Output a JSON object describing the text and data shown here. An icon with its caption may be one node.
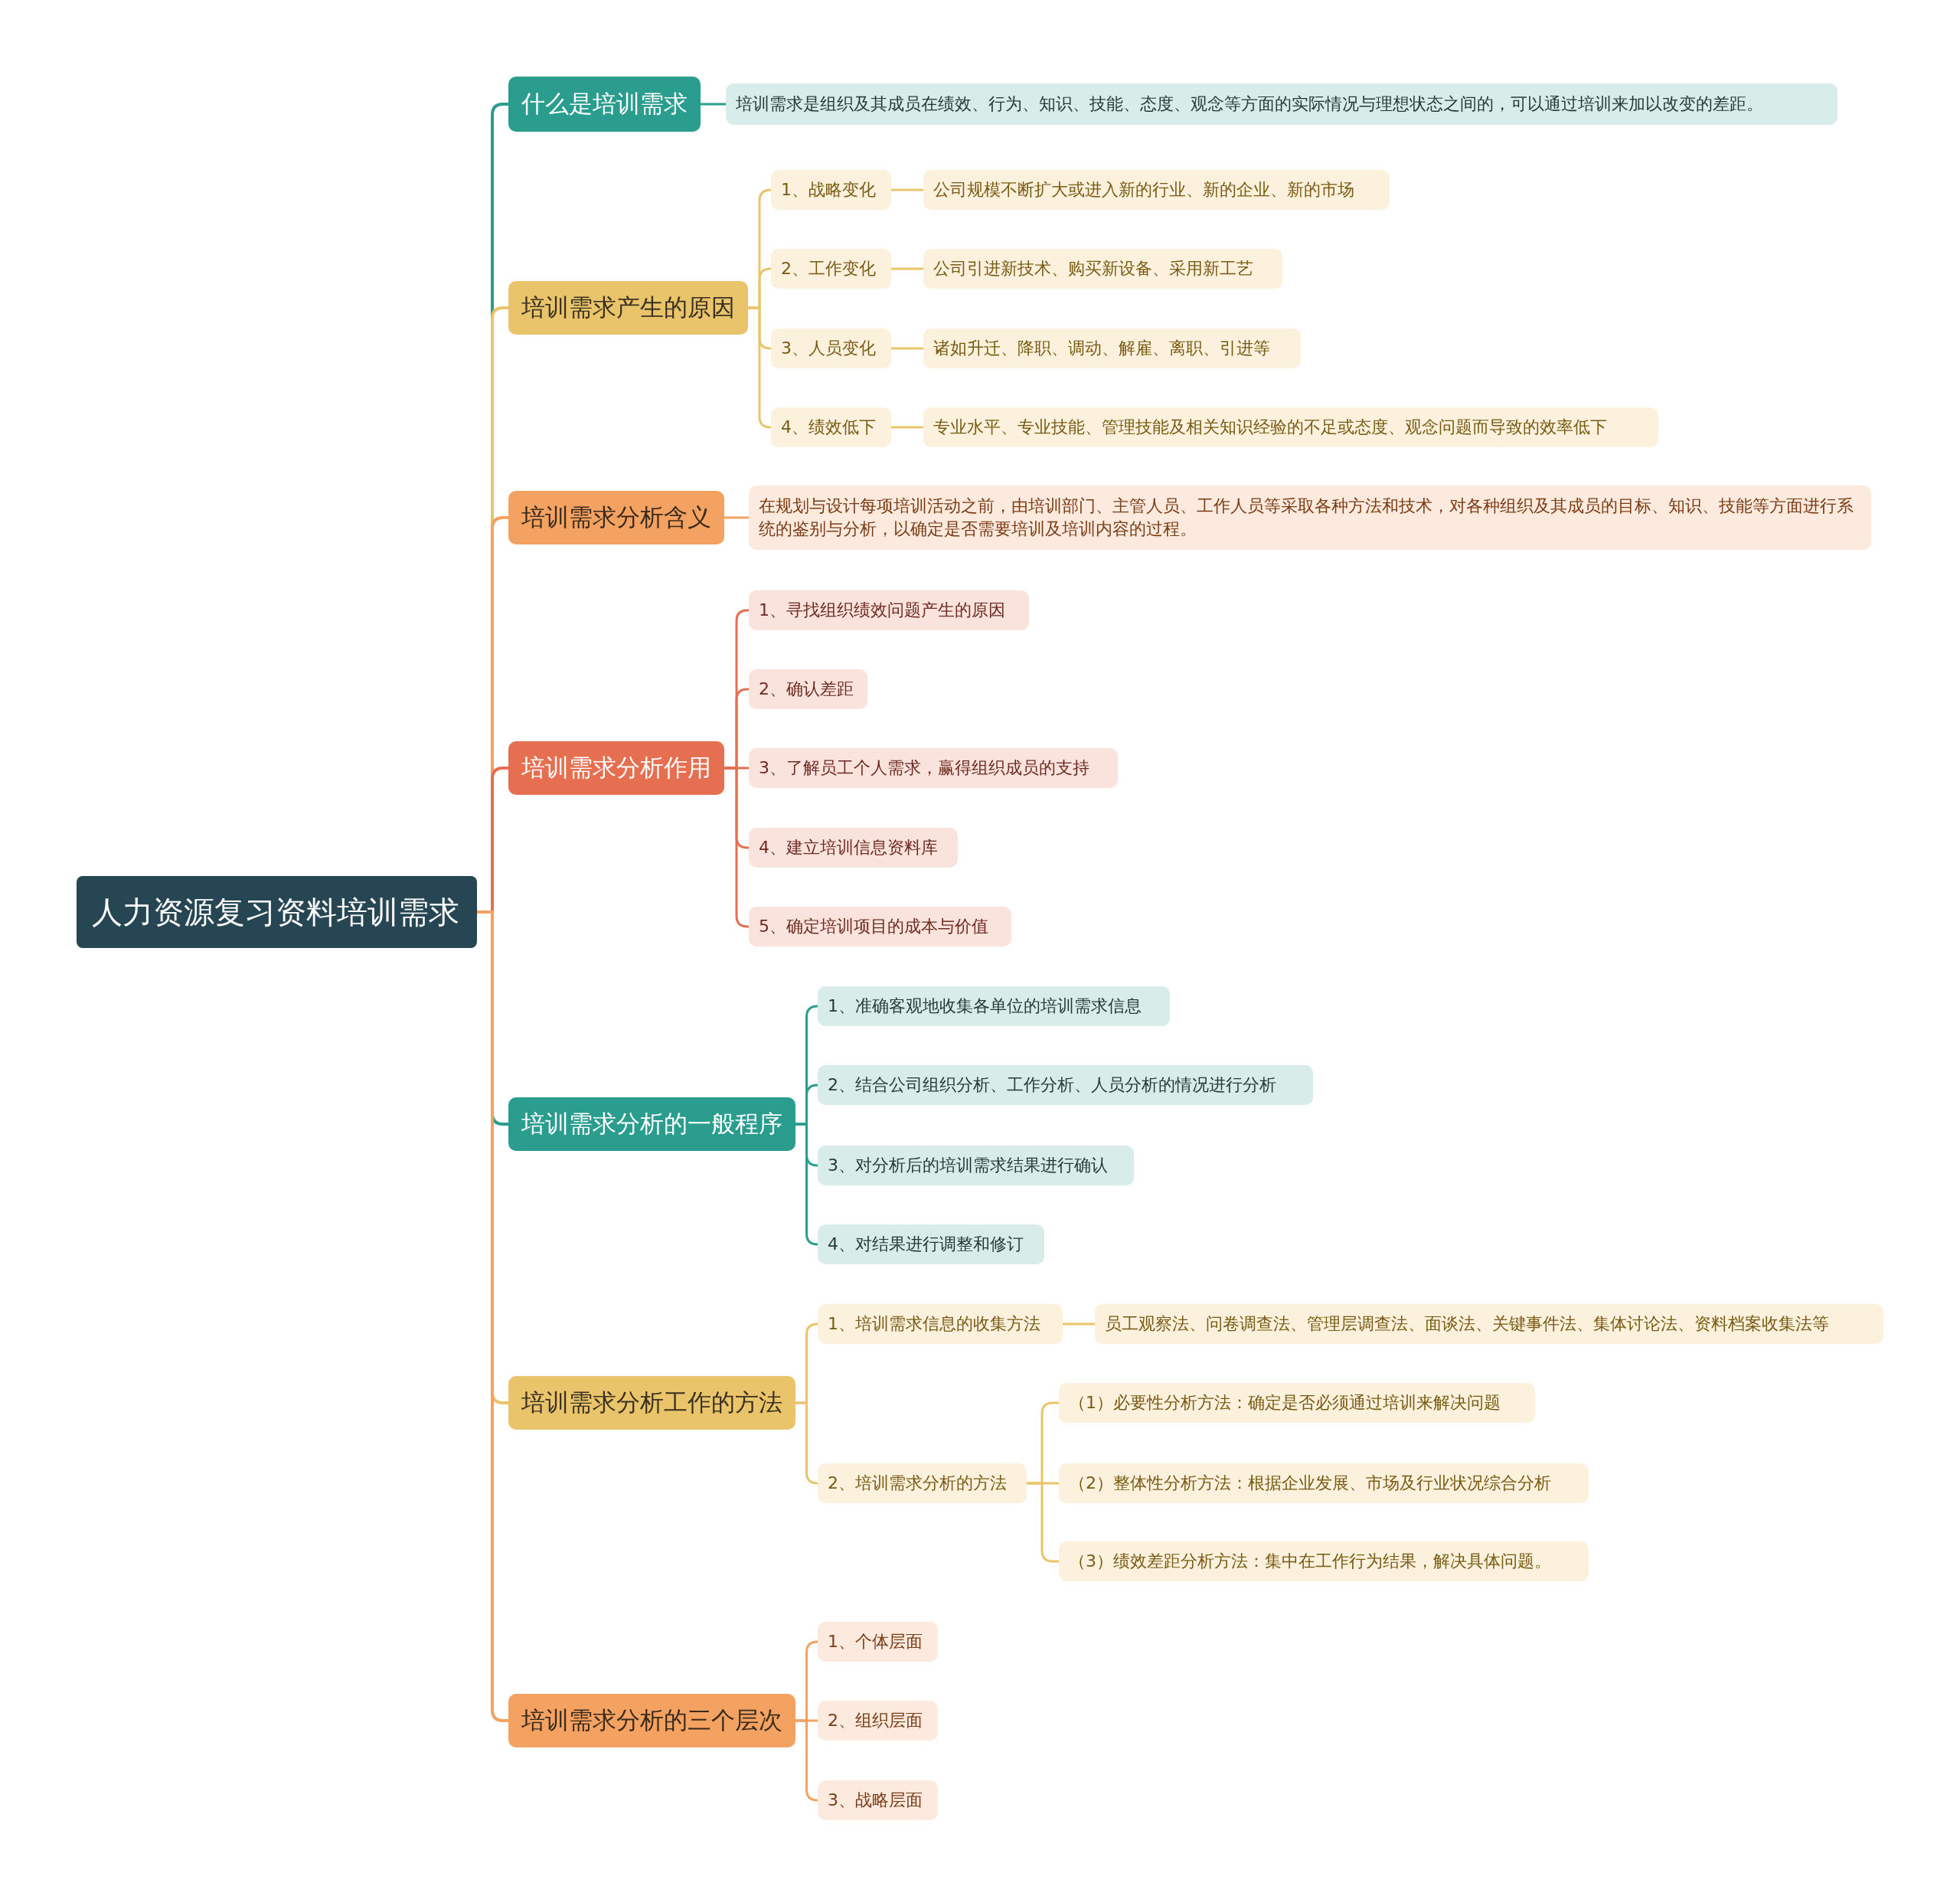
{
  "diagram": {
    "nodes": [
      {
        "text": [
          "人力资源复习资料培训需求"
        ]
      },
      {
        "text": [
          "什么是培训需求"
        ]
      },
      {
        "text": [
          "培训需求是组织及其成员在绩效、行为、知识、技能、态度、观念等方面的实际情况与理想状态之间的，可以通过培训来加以改变的差距。"
        ]
      },
      {
        "text": [
          "培训需求产生的原因"
        ]
      },
      {
        "text": [
          "1、战略变化"
        ]
      },
      {
        "text": [
          "公司规模不断扩大或进入新的行业、新的企业、新的市场"
        ]
      },
      {
        "text": [
          "2、工作变化"
        ]
      },
      {
        "text": [
          "公司引进新技术、购买新设备、采用新工艺"
        ]
      },
      {
        "text": [
          "3、人员变化"
        ]
      },
      {
        "text": [
          "诸如升迁、降职、调动、解雇、离职、引进等"
        ]
      },
      {
        "text": [
          "4、绩效低下"
        ]
      },
      {
        "text": [
          "专业水平、专业技能、管理技能及相关知识经验的不足或态度、观念问题而导致的效率低下"
        ]
      },
      {
        "text": [
          "培训需求分析含义"
        ]
      },
      {
        "text": [
          "在规划与设计每项培训活动之前，由培训部门、主管人员、工作人员等采取各种方法和技术，对各种组织及其成员的目标、知识、技能等方面进行系统的鉴别与分析，以确定是否需要培训及培训内容的过程。"
        ]
      },
      {
        "text": [
          "培训需求分析作用"
        ]
      },
      {
        "text": [
          "1、寻找组织绩效问题产生的原因"
        ]
      },
      {
        "text": [
          "2、确认差距"
        ]
      },
      {
        "text": [
          "3、了解员工个人需求，赢得组织成员的支持"
        ]
      },
      {
        "text": [
          "4、建立培训信息资料库"
        ]
      },
      {
        "text": [
          "5、确定培训项目的成本与价值"
        ]
      },
      {
        "text": [
          "培训需求分析的一般程序"
        ]
      },
      {
        "text": [
          "1、准确客观地收集各单位的培训需求信息"
        ]
      },
      {
        "text": [
          "2、结合公司组织分析、工作分析、人员分析的情况进行分析"
        ]
      },
      {
        "text": [
          "3、对分析后的培训需求结果进行确认"
        ]
      },
      {
        "text": [
          "4、对结果进行调整和修订"
        ]
      },
      {
        "text": [
          "培训需求分析工作的方法"
        ]
      },
      {
        "text": [
          "1、培训需求信息的收集方法"
        ]
      },
      {
        "text": [
          "员工观察法、问卷调查法、管理层调查法、面谈法、关键事件法、集体讨论法、资料档案收集法等"
        ]
      },
      {
        "text": [
          "2、培训需求分析的方法"
        ]
      },
      {
        "text": [
          "（1）必要性分析方法：确定是否必须通过培训来解决问题"
        ]
      },
      {
        "text": [
          "（2）整体性分析方法：根据企业发展、市场及行业状况综合分析"
        ]
      },
      {
        "text": [
          "（3）绩效差距分析方法：集中在工作行为结果，解决具体问题。"
        ]
      },
      {
        "text": [
          "培训需求分析的三个层次"
        ]
      },
      {
        "text": [
          "1、个体层面"
        ]
      },
      {
        "text": [
          "2、组织层面"
        ]
      },
      {
        "text": [
          "3、战略层面"
        ]
      }
    ],
    "edges": [
      {
        "from": 0,
        "to": 1,
        "arrow": "none",
        "color": "#2a9d8f"
      },
      {
        "from": 0,
        "to": 3,
        "arrow": "none",
        "color": "#e9c46a"
      },
      {
        "from": 0,
        "to": 12,
        "arrow": "none",
        "color": "#f4a261"
      },
      {
        "from": 0,
        "to": 14,
        "arrow": "none",
        "color": "#e76f51"
      },
      {
        "from": 0,
        "to": 20,
        "arrow": "none",
        "color": "#2a9d8f"
      },
      {
        "from": 0,
        "to": 25,
        "arrow": "none",
        "color": "#e9c46a"
      },
      {
        "from": 0,
        "to": 32,
        "arrow": "none",
        "color": "#f4a261"
      },
      {
        "from": 1,
        "to": 2,
        "arrow": "none",
        "color": "#2a9d8f"
      },
      {
        "from": 3,
        "to": 4,
        "arrow": "none",
        "color": "#e9c46a"
      },
      {
        "from": 3,
        "to": 6,
        "arrow": "none",
        "color": "#e9c46a"
      },
      {
        "from": 3,
        "to": 8,
        "arrow": "none",
        "color": "#e9c46a"
      },
      {
        "from": 3,
        "to": 10,
        "arrow": "none",
        "color": "#e9c46a"
      },
      {
        "from": 4,
        "to": 5,
        "arrow": "none",
        "color": "#e9c46a"
      },
      {
        "from": 6,
        "to": 7,
        "arrow": "none",
        "color": "#e9c46a"
      },
      {
        "from": 8,
        "to": 9,
        "arrow": "none",
        "color": "#e9c46a"
      },
      {
        "from": 10,
        "to": 11,
        "arrow": "none",
        "color": "#e9c46a"
      },
      {
        "from": 12,
        "to": 13,
        "arrow": "none",
        "color": "#f4a261"
      },
      {
        "from": 14,
        "to": 15,
        "arrow": "none",
        "color": "#e76f51"
      },
      {
        "from": 14,
        "to": 16,
        "arrow": "none",
        "color": "#e76f51"
      },
      {
        "from": 14,
        "to": 17,
        "arrow": "none",
        "color": "#e76f51"
      },
      {
        "from": 14,
        "to": 18,
        "arrow": "none",
        "color": "#e76f51"
      },
      {
        "from": 14,
        "to": 19,
        "arrow": "none",
        "color": "#e76f51"
      },
      {
        "from": 20,
        "to": 21,
        "arrow": "none",
        "color": "#2a9d8f"
      },
      {
        "from": 20,
        "to": 22,
        "arrow": "none",
        "color": "#2a9d8f"
      },
      {
        "from": 20,
        "to": 23,
        "arrow": "none",
        "color": "#2a9d8f"
      },
      {
        "from": 20,
        "to": 24,
        "arrow": "none",
        "color": "#2a9d8f"
      },
      {
        "from": 25,
        "to": 26,
        "arrow": "none",
        "color": "#e9c46a"
      },
      {
        "from": 25,
        "to": 28,
        "arrow": "none",
        "color": "#e9c46a"
      },
      {
        "from": 26,
        "to": 27,
        "arrow": "none",
        "color": "#e9c46a"
      },
      {
        "from": 28,
        "to": 29,
        "arrow": "none",
        "color": "#e9c46a"
      },
      {
        "from": 28,
        "to": 30,
        "arrow": "none",
        "color": "#e9c46a"
      },
      {
        "from": 28,
        "to": 31,
        "arrow": "none",
        "color": "#e9c46a"
      },
      {
        "from": 32,
        "to": 33,
        "arrow": "none",
        "color": "#f4a261"
      },
      {
        "from": 32,
        "to": 34,
        "arrow": "none",
        "color": "#f4a261"
      },
      {
        "from": 32,
        "to": 35,
        "arrow": "none",
        "color": "#f4a261"
      }
    ]
  }
}
